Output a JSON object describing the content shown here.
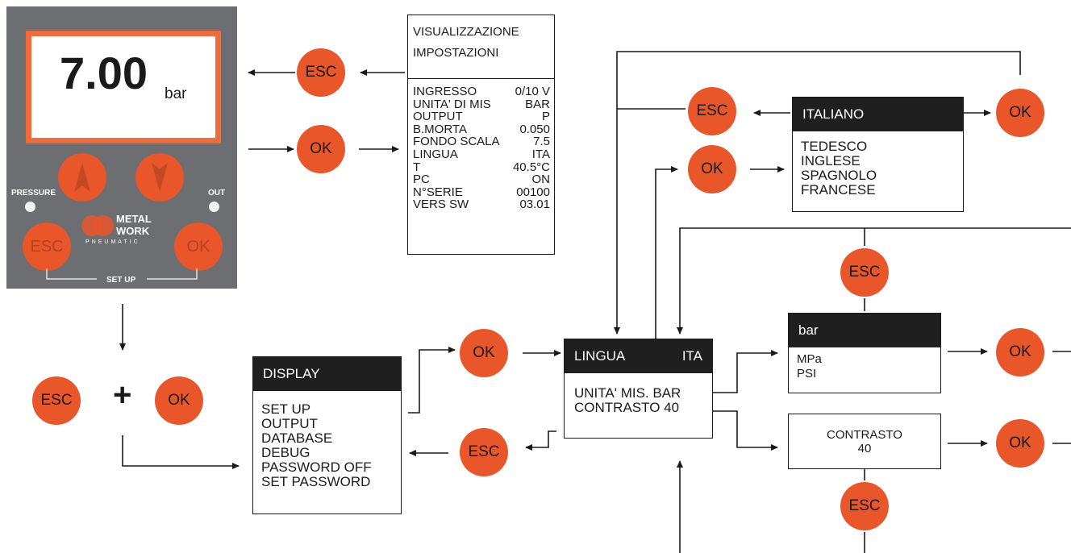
{
  "device": {
    "reading": "7.00",
    "unit": "bar",
    "pressure_label": "PRESSURE",
    "out_label": "OUT",
    "setup_label": "SET UP",
    "esc_label": "ESC",
    "ok_label": "OK",
    "logo_text": "METAL WORK",
    "logo_sub": "PNEUMATIC"
  },
  "plus_sign": "+",
  "buttons": {
    "esc": "ESC",
    "ok": "OK"
  },
  "info_box": {
    "title_line1": "VISUALIZZAZIONE",
    "title_line2": "IMPOSTAZIONI",
    "rows": [
      {
        "k": "INGRESSO",
        "v": "0/10 V"
      },
      {
        "k": "UNITA' DI MIS",
        "v": "BAR"
      },
      {
        "k": "OUTPUT",
        "v": "P"
      },
      {
        "k": "B.MORTA",
        "v": "0.050"
      },
      {
        "k": "FONDO SCALA",
        "v": "7.5"
      },
      {
        "k": "LINGUA",
        "v": "ITA"
      },
      {
        "k": "T",
        "v": "40.5°C"
      },
      {
        "k": "PC",
        "v": "ON"
      },
      {
        "k": "N°SERIE",
        "v": "00100"
      },
      {
        "k": "VERS SW",
        "v": "03.01"
      }
    ]
  },
  "display_menu": {
    "header": "DISPLAY",
    "items": [
      "SET UP",
      "OUTPUT",
      "DATABASE",
      "DEBUG",
      "PASSWORD OFF",
      "SET PASSWORD"
    ]
  },
  "lingua_menu": {
    "header_label": "LINGUA",
    "header_value": "ITA",
    "items": [
      "UNITA' MIS. BAR",
      "CONTRASTO 40"
    ]
  },
  "language_menu": {
    "header": "ITALIANO",
    "items": [
      "TEDESCO",
      "INGLESE",
      "SPAGNOLO",
      "FRANCESE"
    ]
  },
  "unit_menu": {
    "header": "bar",
    "items": [
      "MPa",
      "PSI"
    ]
  },
  "contrast_box": {
    "label": "CONTRASTO",
    "value": "40"
  },
  "colors": {
    "accent": "#e8562a",
    "device_body": "#6d6e71",
    "header_bg": "#1f1f1f"
  }
}
